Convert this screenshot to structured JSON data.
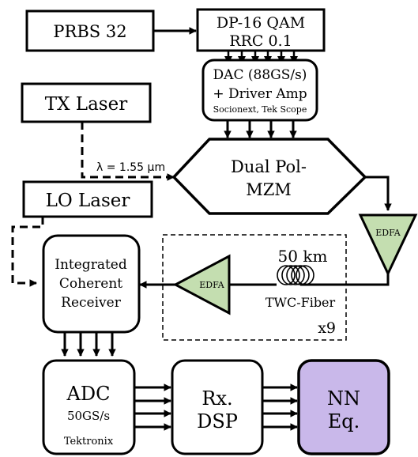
{
  "blocks": {
    "prbs": {
      "label": "PRBS 32"
    },
    "qam": {
      "line1": "DP-16 QAM",
      "line2": "RRC 0.1"
    },
    "dac": {
      "line1": "DAC (88GS/s)",
      "line2": "+ Driver Amp",
      "line3": "Socionext, Tek Scope"
    },
    "tx_laser": {
      "label": "TX Laser"
    },
    "lo_laser": {
      "label": "LO Laser"
    },
    "mzm": {
      "line1": "Dual Pol-",
      "line2": "MZM"
    },
    "wavelength": {
      "label": "λ = 1.55 μm"
    },
    "edfa_top": {
      "label": "EDFA",
      "fill": "#c4deb0"
    },
    "edfa_loop": {
      "label": "EDFA",
      "fill": "#c4deb0"
    },
    "fiber": {
      "length": "50 km",
      "type": "TWC-Fiber"
    },
    "loop": {
      "count": "x9"
    },
    "receiver": {
      "line1": "Integrated",
      "line2": "Coherent",
      "line3": "Receiver"
    },
    "adc": {
      "line1": "ADC",
      "line2": "50GS/s",
      "line3": "Tektronix"
    },
    "rx_dsp": {
      "line1": "Rx.",
      "line2": "DSP"
    },
    "nn_eq": {
      "line1": "NN",
      "line2": "Eq.",
      "fill": "#c9b8ea"
    }
  }
}
